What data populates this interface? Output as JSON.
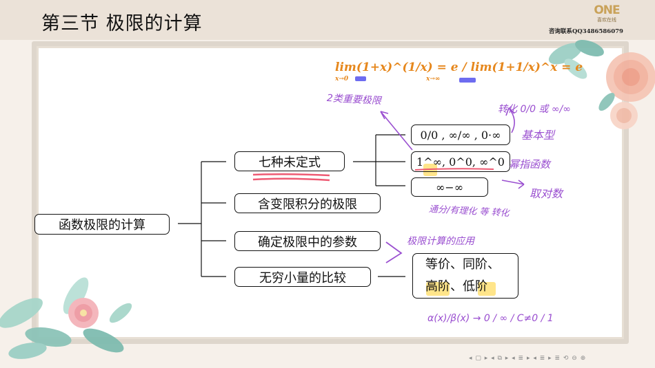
{
  "header": {
    "title": "第三节   极限的计算",
    "logo_mark": "ONE",
    "logo_sub": "喜欢在线",
    "contact": "咨询联系QQ3486586079"
  },
  "mindmap": {
    "root": "函数极限的计算",
    "branches": [
      {
        "label": "七种未定式"
      },
      {
        "label": "含变限积分的极限"
      },
      {
        "label": "确定极限中的参数"
      },
      {
        "label": "无穷小量的比较"
      }
    ],
    "indeterminate_forms": [
      "0/0 , ∞/∞ , 0·∞",
      "1^∞, 0^0, ∞^0",
      "∞−∞"
    ],
    "comparison_box": {
      "line1": "等价、同阶、",
      "line2": "高阶、低阶"
    }
  },
  "annotations": {
    "formula": "lim(1+x)^(1/x) = e  /  lim(1+1/x)^x = e",
    "formula_sub1": "x→0",
    "formula_sub2": "x→∞",
    "note_important": "2类重要极限",
    "note_convert": "转化 0/0 或 ∞/∞",
    "note_basic": "基本型",
    "note_power": "幂指函数",
    "note_log": "取对数",
    "note_common": "通分/有理化 等 转化",
    "note_application": "极限计算的应用",
    "note_ratio": "α(x)/β(x) → 0 / ∞ / C≠0 / 1"
  },
  "nav": {
    "controls": "◂ ▢ ▸  ◂ ⧉ ▸  ◂ ≣ ▸  ◂ ≣ ▸   ≣   ⟲ ⊖ ⊕"
  },
  "colors": {
    "ink_purple": "#9a4fd0",
    "ink_orange": "#e6871c",
    "highlight_blue": "#6d6cf0",
    "highlight_yellow": "#ffe58a",
    "underline_red": "#ee5a73"
  }
}
